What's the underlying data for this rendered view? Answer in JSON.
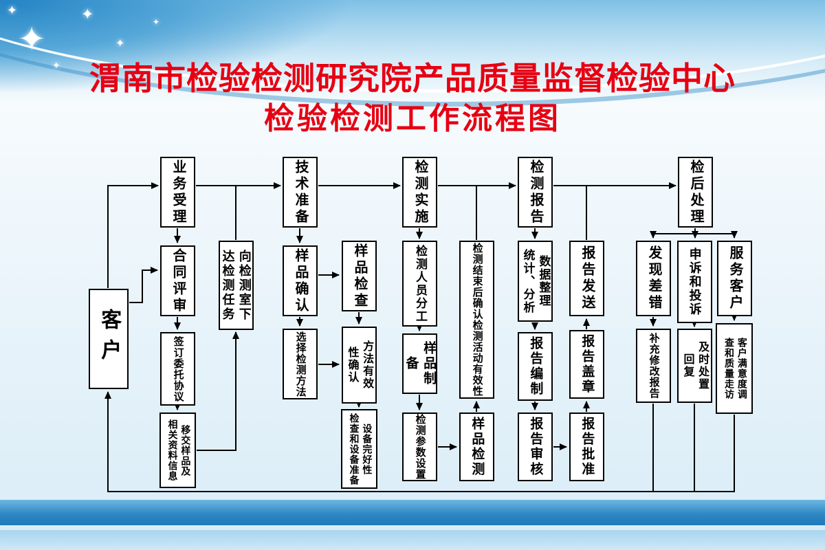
{
  "header": {
    "title_line1": "渭南市检验检测研究院产品质量监督检验中心",
    "title_line2": "检验检测工作流程图"
  },
  "colors": {
    "title_red": "#e60012",
    "band_blue": "#2383c4",
    "stripe_blue": "#1f7ab9"
  },
  "flowchart": {
    "nodes": [
      {
        "id": "customer",
        "label": "客户"
      },
      {
        "id": "business-acceptance",
        "label": "业务受理"
      },
      {
        "id": "technical-preparation",
        "label": "技术准备"
      },
      {
        "id": "testing-implementation",
        "label": "检测实施"
      },
      {
        "id": "testing-report",
        "label": "检测报告"
      },
      {
        "id": "post-test-handling",
        "label": "检后处理"
      },
      {
        "id": "contract-review",
        "label": "合同评审"
      },
      {
        "id": "assign-testing-task",
        "label": "向检测室下\n达检测任务"
      },
      {
        "id": "sample-confirmation",
        "label": "样品确认"
      },
      {
        "id": "sample-inspection",
        "label": "样品检查"
      },
      {
        "id": "personnel-assignment",
        "label": "检测人员分工"
      },
      {
        "id": "post-test-validity-confirmation",
        "label": "检测结束后确认检测活动有效性"
      },
      {
        "id": "data-analysis",
        "label": "数据整理\n统计、分析"
      },
      {
        "id": "report-sending",
        "label": "报告发送"
      },
      {
        "id": "error-found",
        "label": "发现差错"
      },
      {
        "id": "appeal-complaint",
        "label": "申诉和投诉"
      },
      {
        "id": "customer-service",
        "label": "服务客户"
      },
      {
        "id": "sign-agreement",
        "label": "签订委托协议"
      },
      {
        "id": "select-method",
        "label": "选择检测方法"
      },
      {
        "id": "method-validity-confirmation",
        "label": "方法有效\n性确认"
      },
      {
        "id": "sample-preparation",
        "label": "样品制备"
      },
      {
        "id": "report-compilation",
        "label": "报告编制"
      },
      {
        "id": "report-stamping",
        "label": "报告盖章"
      },
      {
        "id": "report-supplement-revision",
        "label": "补充修改报告"
      },
      {
        "id": "timely-response",
        "label": "及时处置\n回复"
      },
      {
        "id": "satisfaction-survey",
        "label": "客户满意度调\n查和质量走访"
      },
      {
        "id": "sample-transfer",
        "label": "移交样品及\n相关资料信息"
      },
      {
        "id": "equipment-preparation",
        "label": "设备完好性\n检查和设备准备"
      },
      {
        "id": "parameter-setting",
        "label": "检测参数设置"
      },
      {
        "id": "sample-testing",
        "label": "样品检测"
      },
      {
        "id": "report-review",
        "label": "报告审核"
      },
      {
        "id": "report-approval",
        "label": "报告批准"
      }
    ],
    "edges": [
      {
        "from": "customer",
        "to": "business-acceptance"
      },
      {
        "from": "business-acceptance",
        "to": "technical-preparation"
      },
      {
        "from": "assign-testing-task",
        "to": "technical-preparation"
      },
      {
        "from": "technical-preparation",
        "to": "testing-implementation"
      },
      {
        "from": "testing-implementation",
        "to": "testing-report"
      },
      {
        "from": "post-test-validity-confirmation",
        "to": "testing-report"
      },
      {
        "from": "testing-report",
        "to": "post-test-handling"
      },
      {
        "from": "report-sending",
        "to": "post-test-handling"
      },
      {
        "from": "business-acceptance",
        "to": "contract-review"
      },
      {
        "from": "customer",
        "to": "contract-review"
      },
      {
        "from": "contract-review",
        "to": "sign-agreement"
      },
      {
        "from": "sign-agreement",
        "to": "sample-transfer"
      },
      {
        "from": "sample-transfer",
        "to": "assign-testing-task"
      },
      {
        "from": "technical-preparation",
        "to": "sample-confirmation"
      },
      {
        "from": "sample-confirmation",
        "to": "select-method"
      },
      {
        "from": "sample-confirmation",
        "to": "sample-inspection"
      },
      {
        "from": "sample-inspection",
        "to": "method-validity-confirmation"
      },
      {
        "from": "select-method",
        "to": "method-validity-confirmation"
      },
      {
        "from": "method-validity-confirmation",
        "to": "equipment-preparation"
      },
      {
        "from": "testing-implementation",
        "to": "personnel-assignment"
      },
      {
        "from": "personnel-assignment",
        "to": "sample-preparation"
      },
      {
        "from": "sample-preparation",
        "to": "parameter-setting"
      },
      {
        "from": "parameter-setting",
        "to": "sample-testing"
      },
      {
        "from": "sample-testing",
        "to": "post-test-validity-confirmation"
      },
      {
        "from": "testing-report",
        "to": "data-analysis"
      },
      {
        "from": "data-analysis",
        "to": "report-compilation"
      },
      {
        "from": "report-compilation",
        "to": "report-review"
      },
      {
        "from": "report-review",
        "to": "report-approval"
      },
      {
        "from": "report-approval",
        "to": "report-stamping"
      },
      {
        "from": "report-stamping",
        "to": "report-sending"
      },
      {
        "from": "post-test-handling",
        "to": "error-found"
      },
      {
        "from": "post-test-handling",
        "to": "appeal-complaint"
      },
      {
        "from": "post-test-handling",
        "to": "customer-service"
      },
      {
        "from": "error-found",
        "to": "report-supplement-revision"
      },
      {
        "from": "appeal-complaint",
        "to": "timely-response"
      },
      {
        "from": "customer-service",
        "to": "satisfaction-survey"
      },
      {
        "from": "report-supplement-revision",
        "to": "customer"
      },
      {
        "from": "timely-response",
        "to": "customer"
      },
      {
        "from": "satisfaction-survey",
        "to": "customer"
      }
    ]
  }
}
